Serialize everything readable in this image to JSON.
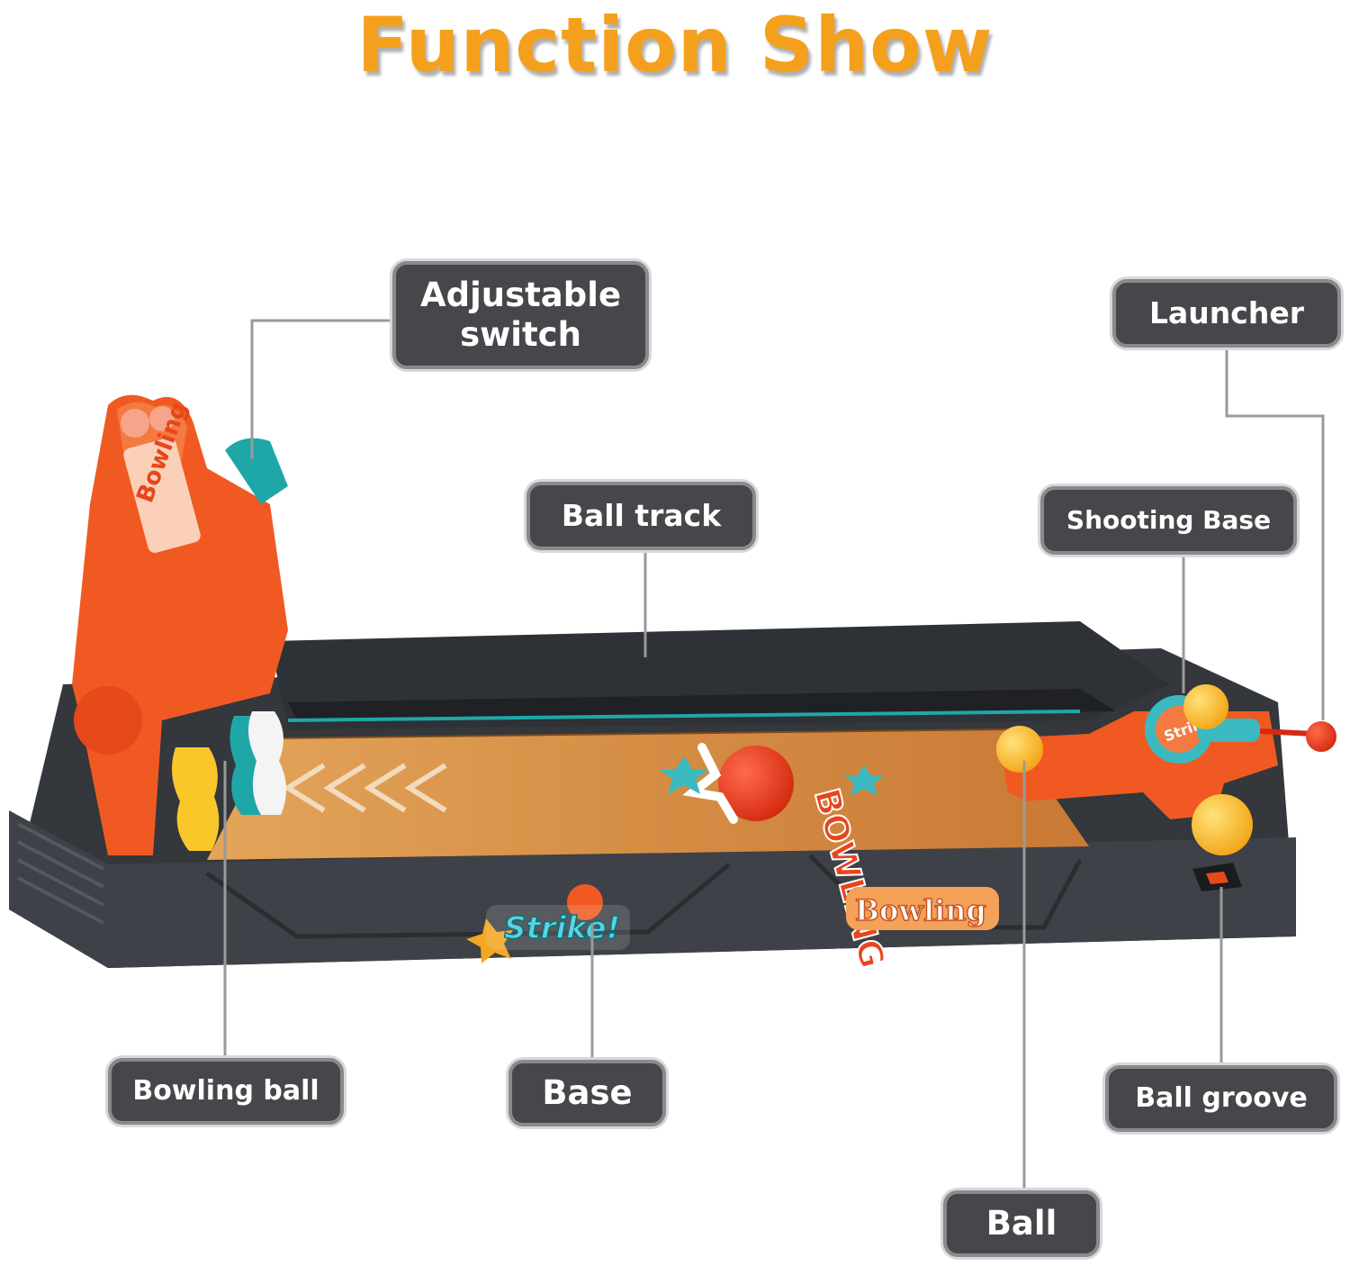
{
  "title": "Function Show",
  "labels": {
    "adjustable_switch": "Adjustable switch",
    "launcher": "Launcher",
    "ball_track": "Ball track",
    "shooting_base": "Shooting Base",
    "bowling_ball": "Bowling ball",
    "base": "Base",
    "ball_groove": "Ball groove",
    "ball": "Ball"
  },
  "product_decals": {
    "lane_logo": "BOWLING",
    "side_left": "Strike!",
    "side_right": "Bowling",
    "launcher_badge": "Strike!"
  },
  "colors": {
    "title": "#F4A01C",
    "label_bg": "#46474A",
    "label_border": "#8A8A8E",
    "toy_orange": "#F05A22",
    "toy_base": "#3E4147",
    "lane_wood": "#D9924A",
    "ball_yellow": "#F9B81C",
    "pin_teal": "#1FA7A8"
  }
}
